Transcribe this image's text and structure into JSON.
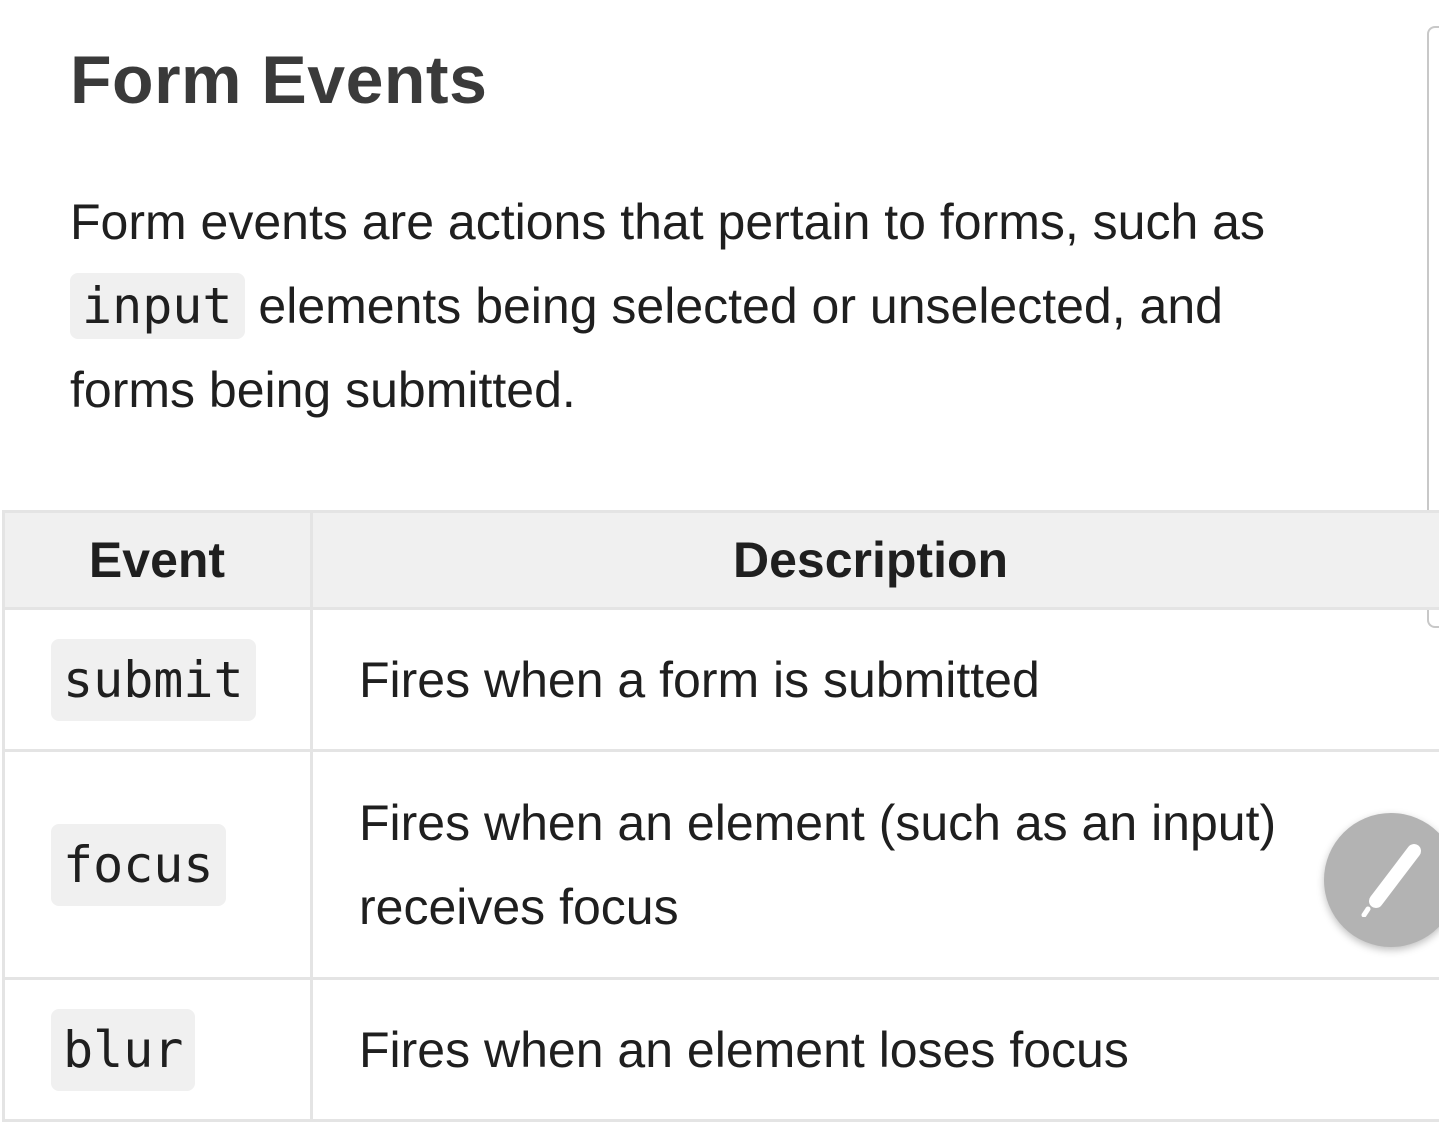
{
  "page": {
    "title": "Form Events",
    "intro_before": "Form events are actions that pertain to forms, such as",
    "intro_code": "input",
    "intro_after": "elements being selected or unselected, and forms being submitted."
  },
  "table": {
    "headers": {
      "event": "Event",
      "description": "Description"
    },
    "rows": [
      {
        "event": "submit",
        "description": "Fires when a form is submitted"
      },
      {
        "event": "focus",
        "description": "Fires when an element (such as an input) receives focus"
      },
      {
        "event": "blur",
        "description": "Fires when an element loses focus"
      }
    ]
  },
  "fab": {
    "icon": "pencil-icon",
    "color": "#b3b3b3"
  },
  "colors": {
    "code_background": "#f0f0f0",
    "header_background": "#f0f0f0",
    "border": "#e4e4e4",
    "title": "#3a3a3a"
  }
}
